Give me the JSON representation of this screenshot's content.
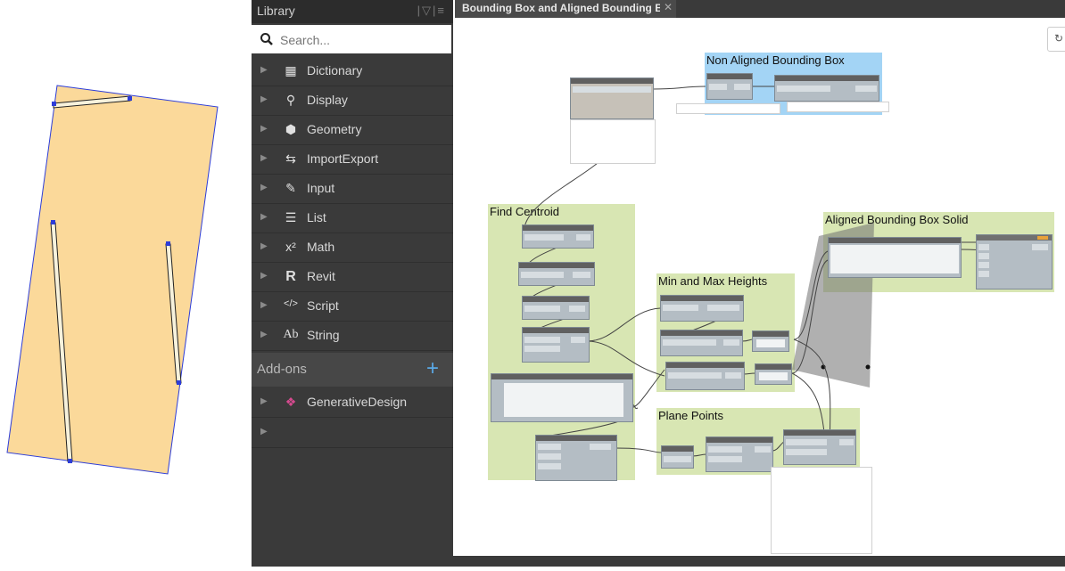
{
  "library": {
    "title": "Library",
    "search_placeholder": "Search...",
    "items": [
      {
        "label": "Dictionary",
        "icon": "dictionary-icon"
      },
      {
        "label": "Display",
        "icon": "magnifier-icon"
      },
      {
        "label": "Geometry",
        "icon": "cube-icon"
      },
      {
        "label": "ImportExport",
        "icon": "import-export-icon"
      },
      {
        "label": "Input",
        "icon": "pen-icon"
      },
      {
        "label": "List",
        "icon": "list-icon"
      },
      {
        "label": "Math",
        "icon": "math-icon"
      },
      {
        "label": "Revit",
        "icon": "revit-icon"
      },
      {
        "label": "Script",
        "icon": "code-icon"
      },
      {
        "label": "String",
        "icon": "string-icon"
      }
    ],
    "addons_label": "Add-ons",
    "addon_items": [
      {
        "label": "GenerativeDesign",
        "icon": "generative-design-icon"
      }
    ]
  },
  "graph": {
    "tab_title": "Bounding Box and Aligned Bounding Box"
  },
  "groups": {
    "non_aligned": "Non Aligned Bounding Box",
    "find_centroid": "Find Centroid",
    "min_max": "Min and Max Heights",
    "plane_points": "Plane Points",
    "aligned_solid": "Aligned Bounding Box Solid"
  },
  "colors": {
    "group_blue": "#a3d4f5",
    "group_green": "#d8e6b3",
    "wall_fill": "#fbd99a",
    "wall_outline": "#2d3dd8",
    "library_bg": "#3a3a3a",
    "accent": "#5aa9e6"
  }
}
